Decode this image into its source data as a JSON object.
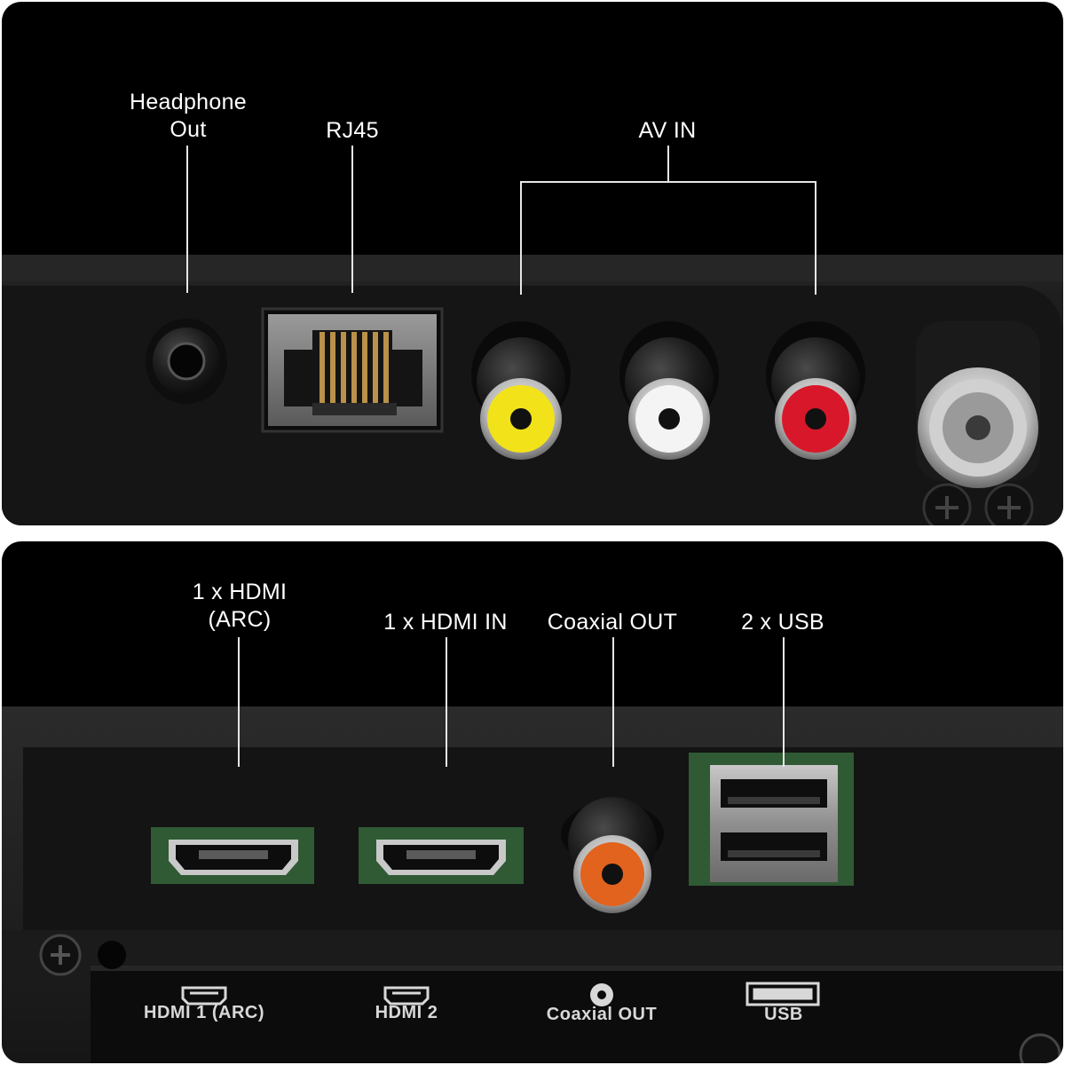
{
  "top_panel": {
    "labels": {
      "headphone": "Headphone\nOut",
      "rj45": "RJ45",
      "av_in": "AV IN"
    }
  },
  "bottom_panel": {
    "labels": {
      "hdmi_arc": "1 x HDMI\n(ARC)",
      "hdmi_in": "1 x HDMI IN",
      "coaxial": "Coaxial OUT",
      "usb": "2 x USB"
    },
    "silkscreen": {
      "hdmi1": "HDMI 1 (ARC)",
      "hdmi2": "HDMI 2",
      "coaxial": "Coaxial OUT",
      "usb": "USB"
    }
  },
  "colors": {
    "rca_video": "#f2e21a",
    "rca_left": "#f4f4f4",
    "rca_right": "#d8182a",
    "coax_digital": "#e2631d",
    "pcb": "#2f5a34"
  }
}
